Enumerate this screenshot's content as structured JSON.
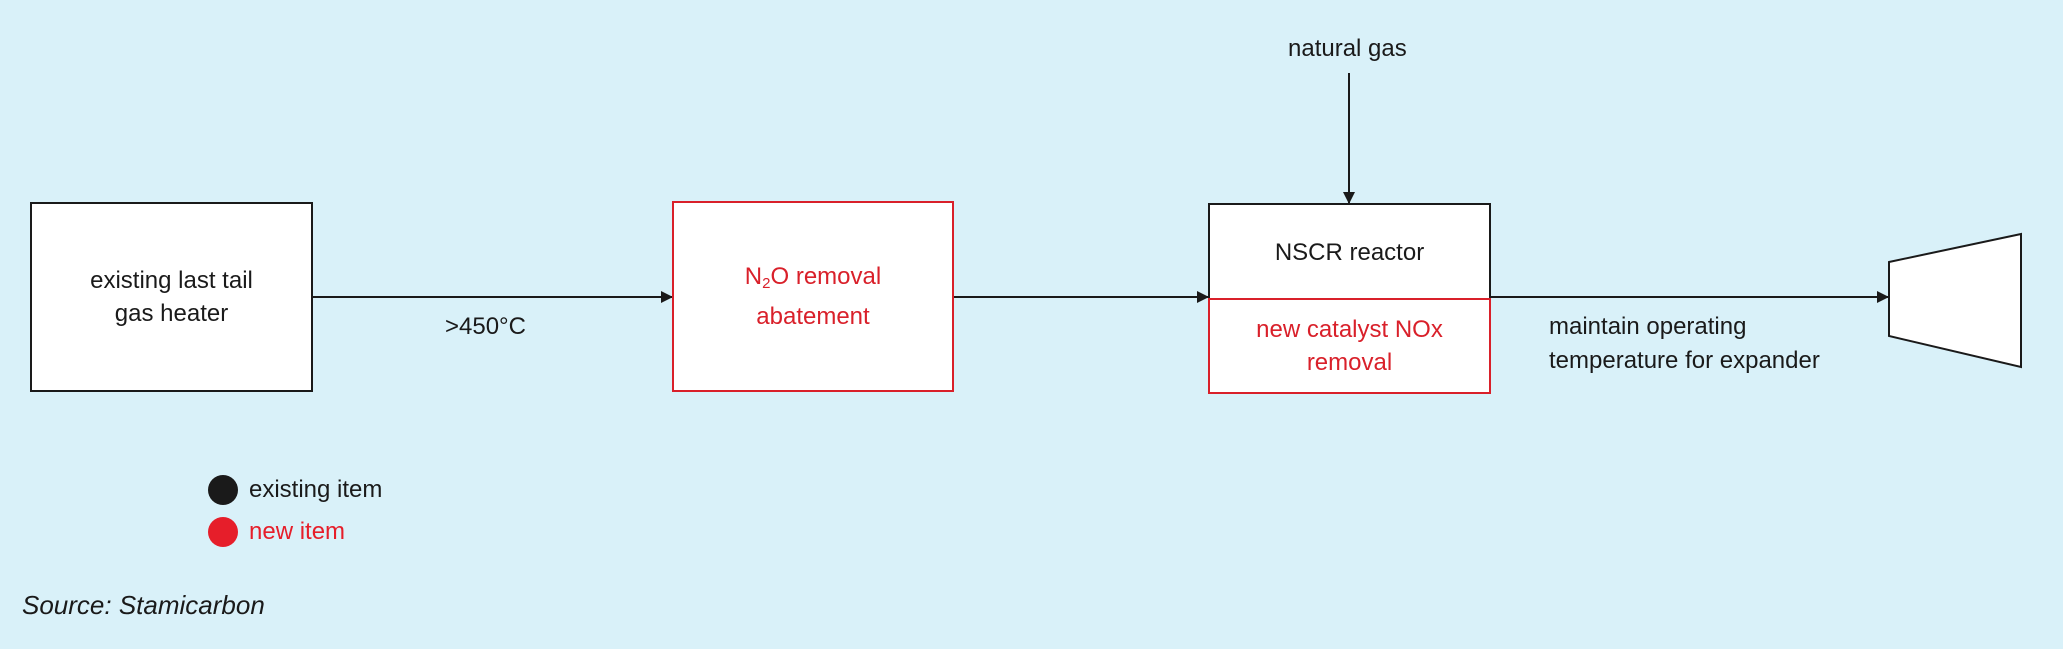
{
  "boxes": {
    "heater": {
      "line1": "existing last tail",
      "line2": "gas heater"
    },
    "n2o": {
      "pre": "N",
      "sub": "2",
      "post": "O removal",
      "line2": "abatement"
    },
    "nscr_top": "NSCR reactor",
    "nscr_bottom": {
      "line1": "new catalyst NOx",
      "line2": "removal"
    }
  },
  "labels": {
    "temperature": ">450°C",
    "natural_gas": "natural gas",
    "maintain_line1": "maintain operating",
    "maintain_line2": "temperature for expander"
  },
  "legend": {
    "existing": "existing item",
    "new": "new item",
    "existing_color": "#1a1a1a",
    "new_color": "#e61e2a"
  },
  "source": "Source: Stamicarbon"
}
